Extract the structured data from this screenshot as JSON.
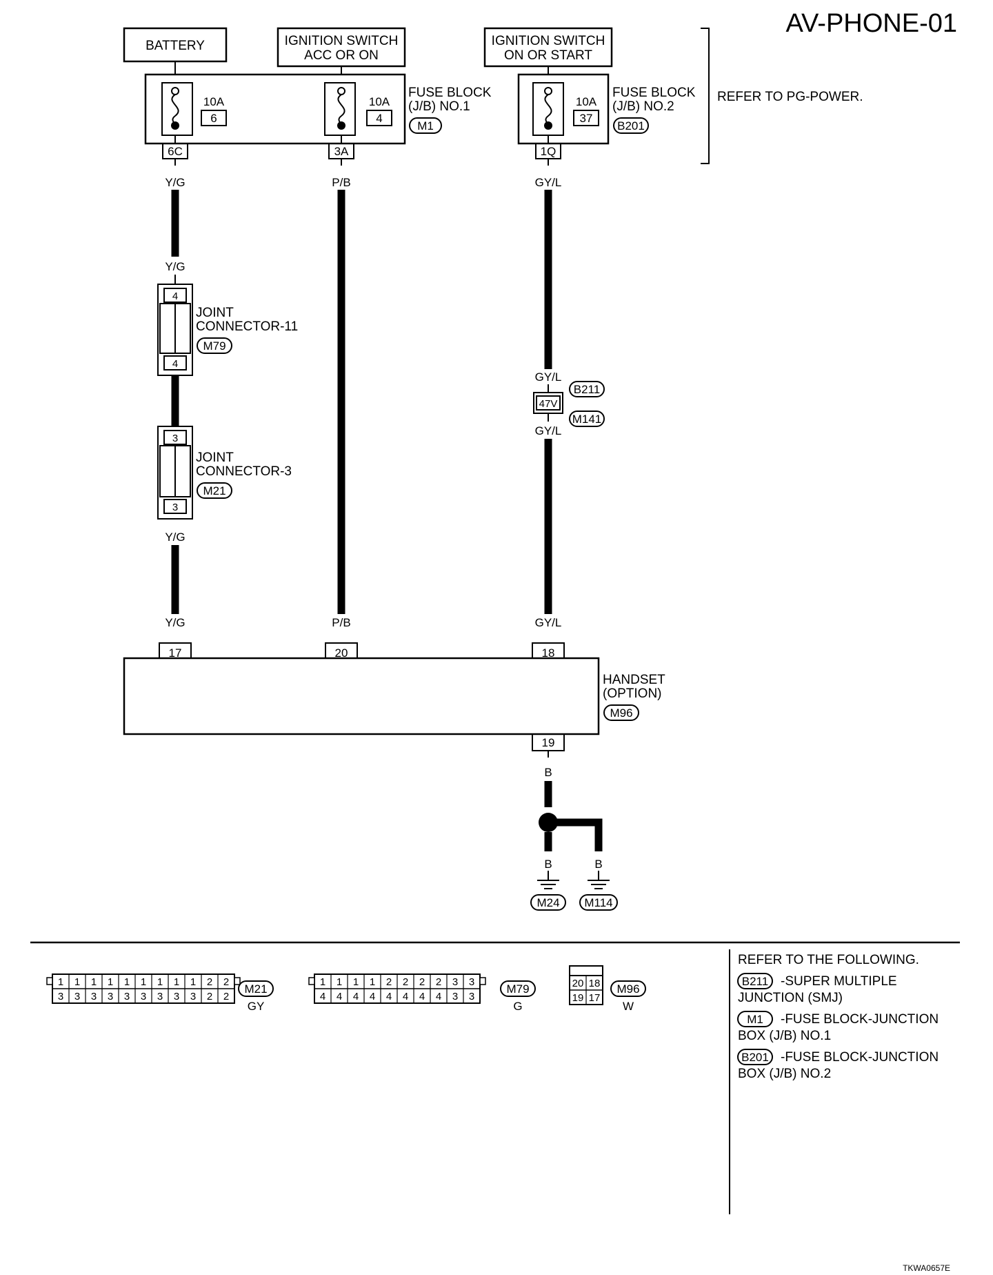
{
  "title": "AV-PHONE-01",
  "figure_id": "TKWA0657E",
  "power": {
    "battery": "BATTERY",
    "ign_acc_1": "IGNITION SWITCH",
    "ign_acc_2": "ACC OR ON",
    "ign_on_1": "IGNITION SWITCH",
    "ign_on_2": "ON OR START"
  },
  "fuses": {
    "f1_amp": "10A",
    "f1_no": "6",
    "f2_amp": "10A",
    "f2_no": "4",
    "f3_amp": "10A",
    "f3_no": "37",
    "block1_1": "FUSE BLOCK",
    "block1_2": "(J/B) NO.1",
    "block1_conn": "M1",
    "block2_1": "FUSE BLOCK",
    "block2_2": "(J/B) NO.2",
    "block2_conn": "B201",
    "refer": "REFER TO PG-POWER.",
    "term1": "6C",
    "term2": "3A",
    "term3": "1Q"
  },
  "wires": {
    "yg": "Y/G",
    "pb": "P/B",
    "gyl": "GY/L",
    "b": "B"
  },
  "joints": {
    "j11_1": "JOINT",
    "j11_2": "CONNECTOR-11",
    "j11_conn": "M79",
    "j11_pin": "4",
    "j3_1": "JOINT",
    "j3_2": "CONNECTOR-3",
    "j3_conn": "M21",
    "j3_pin": "3",
    "smj_top": "B211",
    "smj_bot": "M141",
    "smj_pin": "47V"
  },
  "handset": {
    "name_1": "HANDSET",
    "name_2": "(OPTION)",
    "conn": "M96",
    "pin1": "17",
    "pin2": "20",
    "pin3": "18",
    "pin4": "19"
  },
  "grounds": {
    "g1": "M24",
    "g2": "M114"
  },
  "connectors": {
    "m21_top": [
      "1",
      "1",
      "1",
      "1",
      "1",
      "1",
      "1",
      "1",
      "1",
      "2",
      "2"
    ],
    "m21_bot": [
      "3",
      "3",
      "3",
      "3",
      "3",
      "3",
      "3",
      "3",
      "3",
      "2",
      "2"
    ],
    "m21_id": "M21",
    "m21_color": "GY",
    "m79_top": [
      "1",
      "1",
      "1",
      "1",
      "2",
      "2",
      "2",
      "2",
      "3",
      "3"
    ],
    "m79_bot": [
      "4",
      "4",
      "4",
      "4",
      "4",
      "4",
      "4",
      "4",
      "3",
      "3"
    ],
    "m79_id": "M79",
    "m79_color": "G",
    "m96_top": [
      "20",
      "18"
    ],
    "m96_bot": [
      "19",
      "17"
    ],
    "m96_id": "M96",
    "m96_color": "W"
  },
  "refer_following": {
    "heading": "REFER TO THE FOLLOWING.",
    "r1_conn": "B211",
    "r1_a": "-SUPER MULTIPLE",
    "r1_b": "JUNCTION (SMJ)",
    "r2_conn": "M1",
    "r2_a": "-FUSE BLOCK-JUNCTION",
    "r2_b": "BOX (J/B) NO.1",
    "r3_conn": "B201",
    "r3_a": "-FUSE BLOCK-JUNCTION",
    "r3_b": "BOX (J/B) NO.2"
  }
}
